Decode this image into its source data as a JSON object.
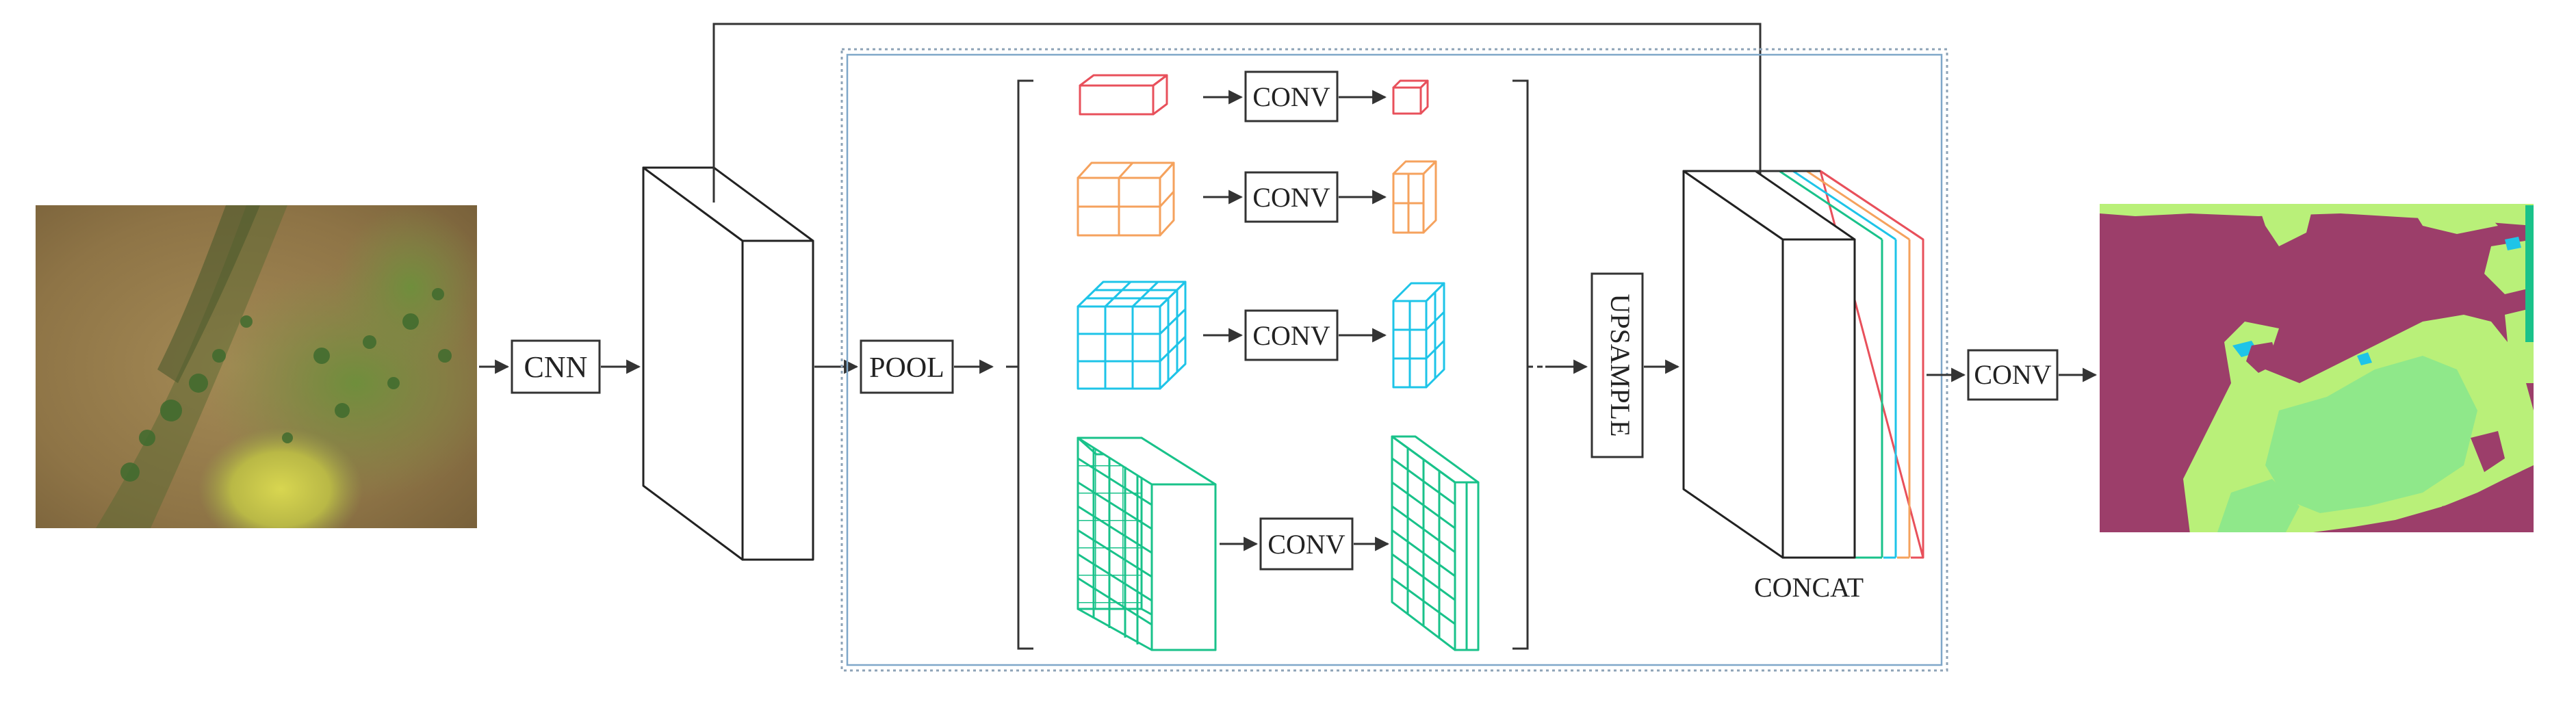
{
  "labels": {
    "cnn": "CNN",
    "pool": "POOL",
    "conv_level1": "CONV",
    "conv_level2": "CONV",
    "conv_level3": "CONV",
    "conv_level4": "CONV",
    "upsample": "UPSAMPLE",
    "concat": "CONCAT",
    "conv_final": "CONV"
  },
  "colors": {
    "level1": "#e8505b",
    "level2": "#f5a25d",
    "level3": "#1ec4e8",
    "level4": "#19c28a",
    "ink": "#333333",
    "module_border": "#7fa7c9",
    "seg_background": "#9c3e6a",
    "seg_light_green": "#b9f079",
    "seg_mid_green": "#8fe88a",
    "seg_cyan": "#1ec4e8"
  },
  "icons": {
    "input": "aerial-photo-icon",
    "output": "segmentation-map-icon"
  }
}
